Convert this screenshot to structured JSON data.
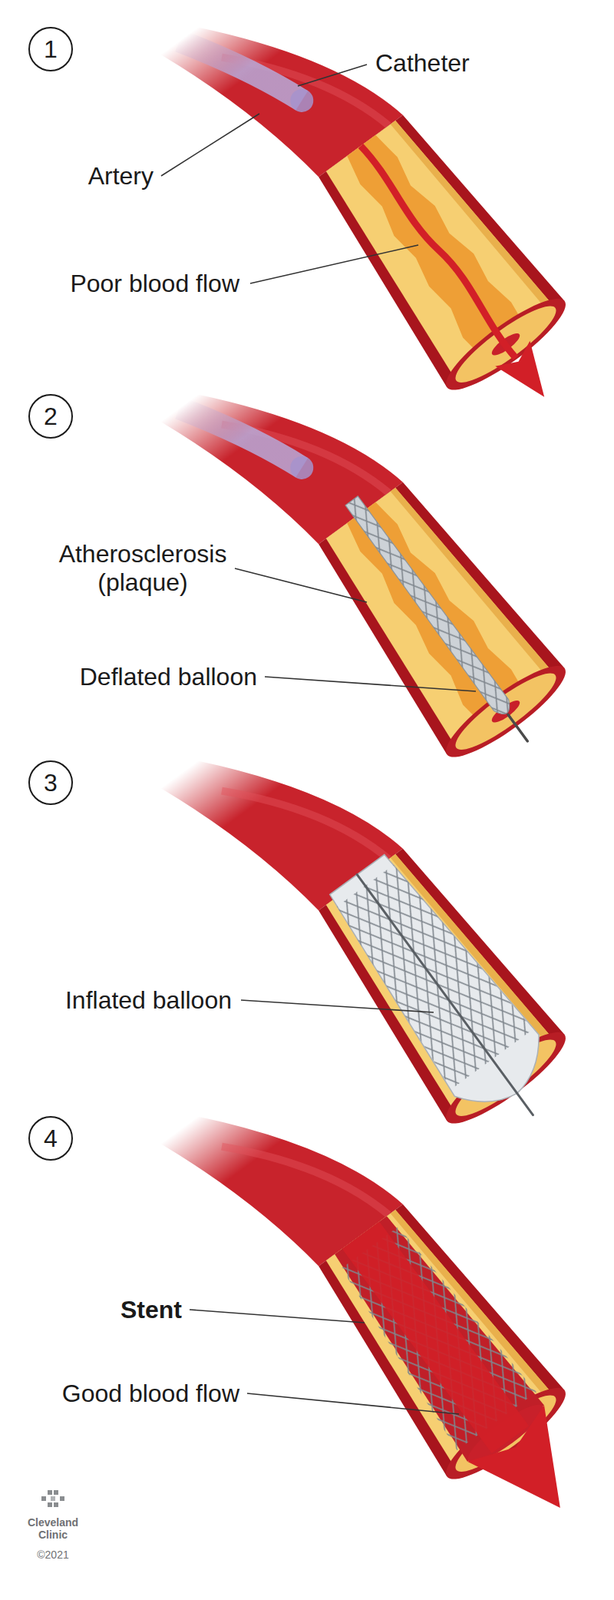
{
  "diagram": {
    "nodes": [
      {
        "text": [
          "1"
        ]
      },
      {
        "text": [
          "2"
        ]
      },
      {
        "text": [
          "3"
        ]
      },
      {
        "text": [
          "4"
        ]
      }
    ],
    "labels": [
      "Catheter",
      "Artery",
      "Poor blood flow",
      "Atherosclerosis (plaque)",
      "Deflated balloon",
      "Inflated balloon",
      "Stent",
      "Good blood flow",
      "Cleveland Clinic",
      "©2021"
    ]
  }
}
